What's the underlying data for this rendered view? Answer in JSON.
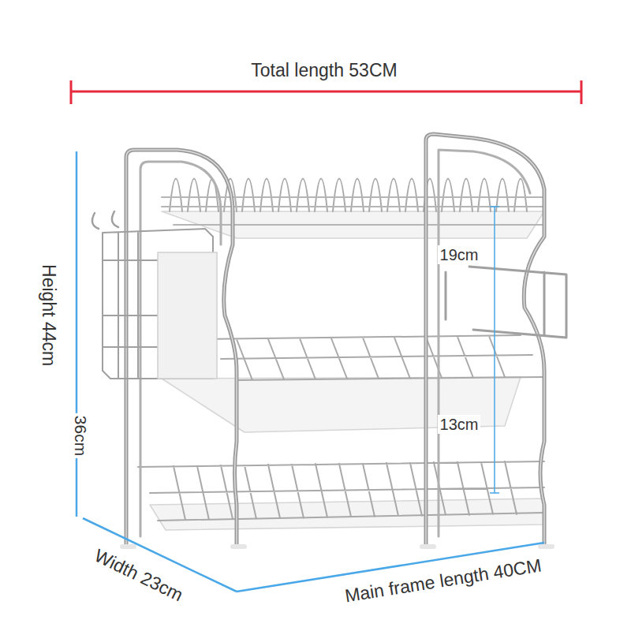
{
  "diagram": {
    "labels": [
      "Total length 53CM",
      "19cm",
      "Height 44cm",
      "13cm",
      "36cm",
      "Width 23cm",
      "Main frame length 40CM"
    ]
  }
}
